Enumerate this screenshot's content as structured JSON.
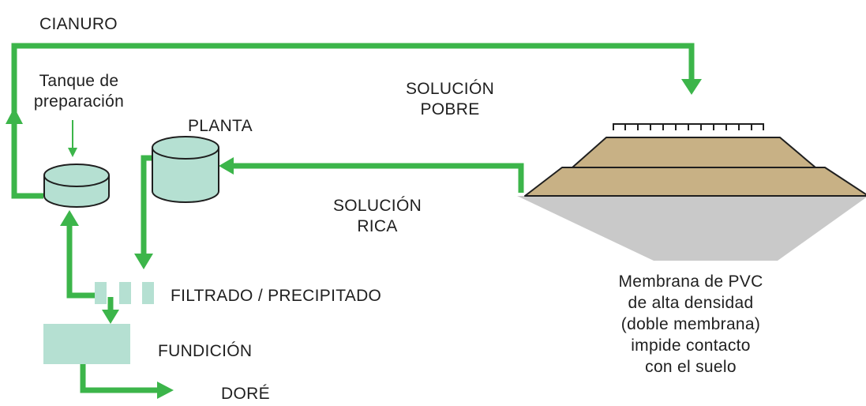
{
  "labels": {
    "cianuro": "CIANURO",
    "tanque_line1": "Tanque de",
    "tanque_line2": "preparación",
    "planta": "PLANTA",
    "solucion_pobre_line1": "SOLUCIÓN",
    "solucion_pobre_line2": "POBRE",
    "solucion_rica_line1": "SOLUCIÓN",
    "solucion_rica_line2": "RICA",
    "filtrado": "FILTRADO / PRECIPITADO",
    "fundicion": "FUNDICIÓN",
    "dore": "DORÉ",
    "membrana": [
      "Membrana de PVC",
      "de alta densidad",
      "(doble membrana)",
      "impide contacto",
      "con el suelo"
    ]
  },
  "colors": {
    "flow_green": "#3cb54a",
    "tank_fill": "#b5e0d2",
    "heap_fill": "#c8b185",
    "ground_fill": "#c9c9c9",
    "outline": "#1f1f1f"
  }
}
